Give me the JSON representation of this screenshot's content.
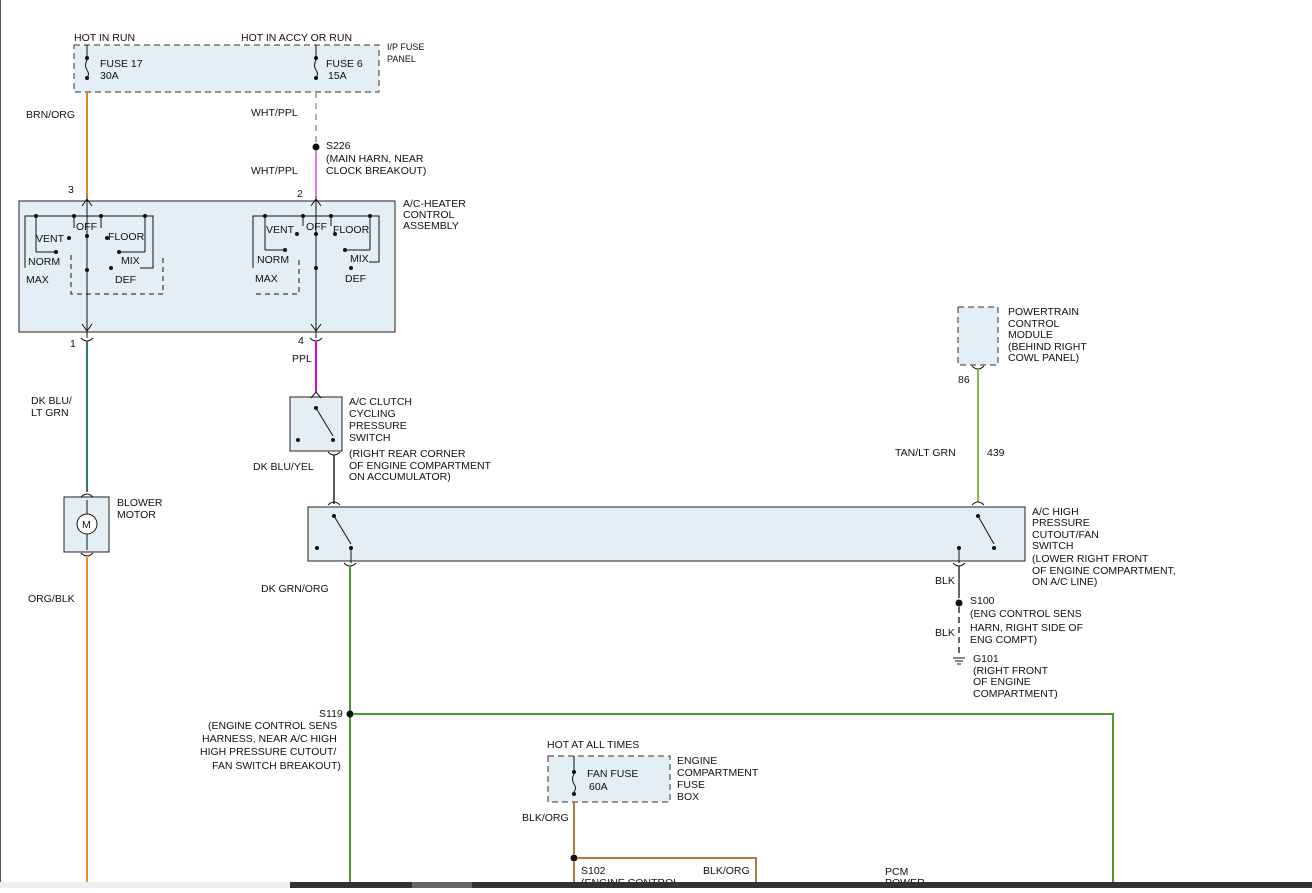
{
  "fuse_panel": {
    "hot_run": "HOT IN RUN",
    "hot_accy": "HOT IN ACCY OR RUN",
    "fuse17": "FUSE 17",
    "fuse17_amp": "30A",
    "fuse6": "FUSE 6",
    "fuse6_amp": "15A",
    "panel_l1": "I/P FUSE",
    "panel_l2": "PANEL"
  },
  "wires": {
    "brn_org": "BRN/ORG",
    "wht_ppl_1": "WHT/PPL",
    "wht_ppl_2": "WHT/PPL",
    "ppl": "PPL",
    "dk_blu_lt_grn_1": "DK BLU/",
    "dk_blu_lt_grn_2": "LT GRN",
    "dk_blu_yel": "DK BLU/YEL",
    "org_blk": "ORG/BLK",
    "dk_grn_org": "DK GRN/ORG",
    "tan_lt_grn": "TAN/LT GRN",
    "circuit_439": "439",
    "blk_1": "BLK",
    "blk_2": "BLK",
    "blk_org_1": "BLK/ORG",
    "blk_org_2": "BLK/ORG"
  },
  "splice_s226": {
    "id": "S226",
    "l1": "(MAIN HARN, NEAR",
    "l2": "CLOCK BREAKOUT)"
  },
  "control_assembly": {
    "pin3": "3",
    "pin2": "2",
    "pin1": "1",
    "pin4": "4",
    "l1": "A/C-HEATER",
    "l2": "CONTROL",
    "l3": "ASSEMBLY",
    "vent": "VENT",
    "off": "OFF",
    "floor": "FLOOR",
    "norm": "NORM",
    "mix": "MIX",
    "max": "MAX",
    "def": "DEF"
  },
  "clutch_switch": {
    "l1": "A/C CLUTCH",
    "l2": "CYCLING",
    "l3": "PRESSURE",
    "l4": "SWITCH",
    "loc1": "(RIGHT REAR CORNER",
    "loc2": "OF ENGINE COMPARTMENT",
    "loc3": "ON ACCUMULATOR)"
  },
  "blower": {
    "l1": "BLOWER",
    "l2": "MOTOR",
    "symbol": "M"
  },
  "pcm": {
    "l1": "POWERTRAIN",
    "l2": "CONTROL",
    "l3": "MODULE",
    "l4": "(BEHIND RIGHT",
    "l5": "COWL PANEL)",
    "pin": "86"
  },
  "hp_switch": {
    "l1": "A/C HIGH",
    "l2": "PRESSURE",
    "l3": "CUTOUT/FAN",
    "l4": "SWITCH",
    "loc1": "(LOWER RIGHT FRONT",
    "loc2": "OF ENGINE COMPARTMENT,",
    "loc3": "ON A/C LINE)"
  },
  "splice_s100": {
    "id": "S100",
    "l1": "(ENG CONTROL SENS",
    "l2": "HARN, RIGHT SIDE OF",
    "l3": "ENG COMPT)"
  },
  "ground_g101": {
    "id": "G101",
    "l1": "(RIGHT FRONT",
    "l2": "OF ENGINE",
    "l3": "COMPARTMENT)"
  },
  "splice_s119": {
    "id": "S119",
    "l1": "(ENGINE CONTROL SENS",
    "l2": "HARNESS, NEAR A/C HIGH",
    "l3": "HIGH PRESSURE CUTOUT/",
    "l4": "FAN SWITCH BREAKOUT)"
  },
  "fan_fuse": {
    "hot": "HOT AT ALL TIMES",
    "name": "FAN FUSE",
    "amp": "60A",
    "l1": "ENGINE",
    "l2": "COMPARTMENT",
    "l3": "FUSE",
    "l4": "BOX"
  },
  "splice_s102": {
    "id": "S102",
    "l1": "(ENGINE CONTROL"
  },
  "pcm_power": {
    "l1": "PCM",
    "l2": "POWER"
  },
  "colors": {
    "brn_org": "#d4892a",
    "wht_ppl": "#e27be0",
    "ppl": "#e000e0",
    "dk_blu_lt_grn": "#2e7b6e",
    "org_blk": "#e88e2a",
    "dk_grn_org": "#4e9a2e",
    "tan_lt_grn": "#8cb84a",
    "blk_org": "#b07a3a",
    "component_fill": "#e3eef5"
  }
}
